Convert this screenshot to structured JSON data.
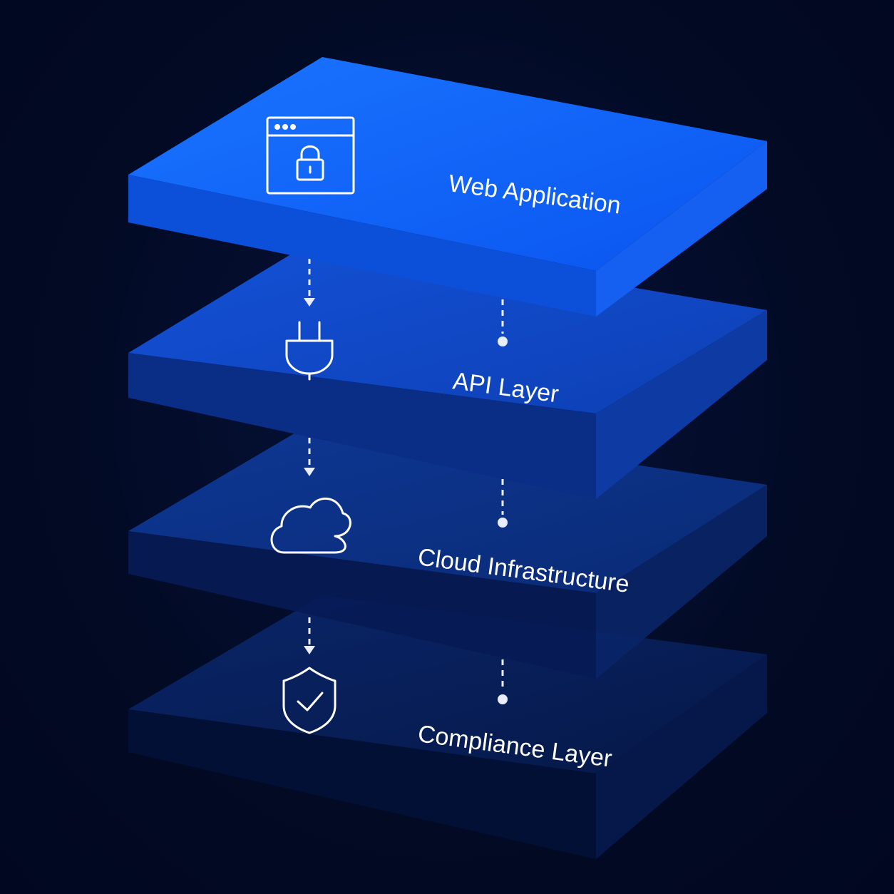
{
  "colors": {
    "background": "#020a24",
    "layer_top_1": "#1a6dff",
    "layer_top_2": "#0f4fd6",
    "layer_top_3": "#0c3ca8",
    "layer_top_4": "#0a2d7d",
    "connector": "#e8eeff"
  },
  "layers": [
    {
      "label": "Web Application",
      "icon": "browser-lock-icon"
    },
    {
      "label": "API Layer",
      "icon": "plug-icon"
    },
    {
      "label": "Cloud Infrastructure",
      "icon": "cloud-icon"
    },
    {
      "label": "Compliance Layer",
      "icon": "shield-check-icon"
    }
  ]
}
